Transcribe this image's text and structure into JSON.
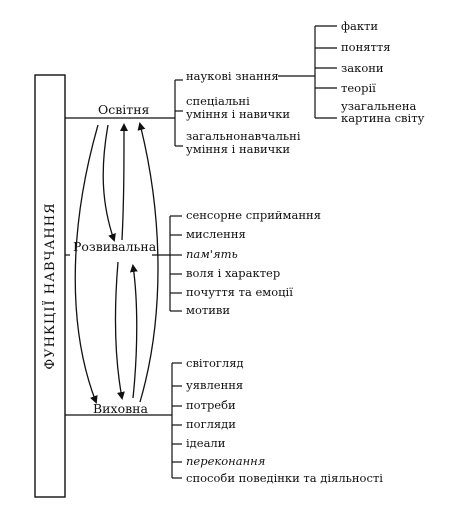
{
  "title": "ФУНКЦІЇ НАВЧАННЯ",
  "functions": {
    "educational": {
      "label": "Освітня",
      "items": [
        {
          "lines": [
            "наукові знання"
          ]
        },
        {
          "lines": [
            "спеціальні",
            "уміння і навички"
          ]
        },
        {
          "lines": [
            "загальнонавчальні",
            "уміння і навички"
          ]
        }
      ],
      "knowledge_items": [
        {
          "lines": [
            "факти"
          ]
        },
        {
          "lines": [
            "поняття"
          ]
        },
        {
          "lines": [
            "закони"
          ]
        },
        {
          "lines": [
            "теорії"
          ]
        },
        {
          "lines": [
            "узагальнена",
            "картина світу"
          ]
        }
      ]
    },
    "developmental": {
      "label": "Розвивальна",
      "items": [
        "сенсорне сприймання",
        "мислення",
        "пам'ять",
        "воля і характер",
        "почуття та емоції",
        "мотиви"
      ]
    },
    "upbringing": {
      "label": "Виховна",
      "items": [
        "світогляд",
        "уявлення",
        "потреби",
        "погляди",
        "ідеали",
        "переконання",
        "способи поведінки та діяльності"
      ]
    }
  }
}
